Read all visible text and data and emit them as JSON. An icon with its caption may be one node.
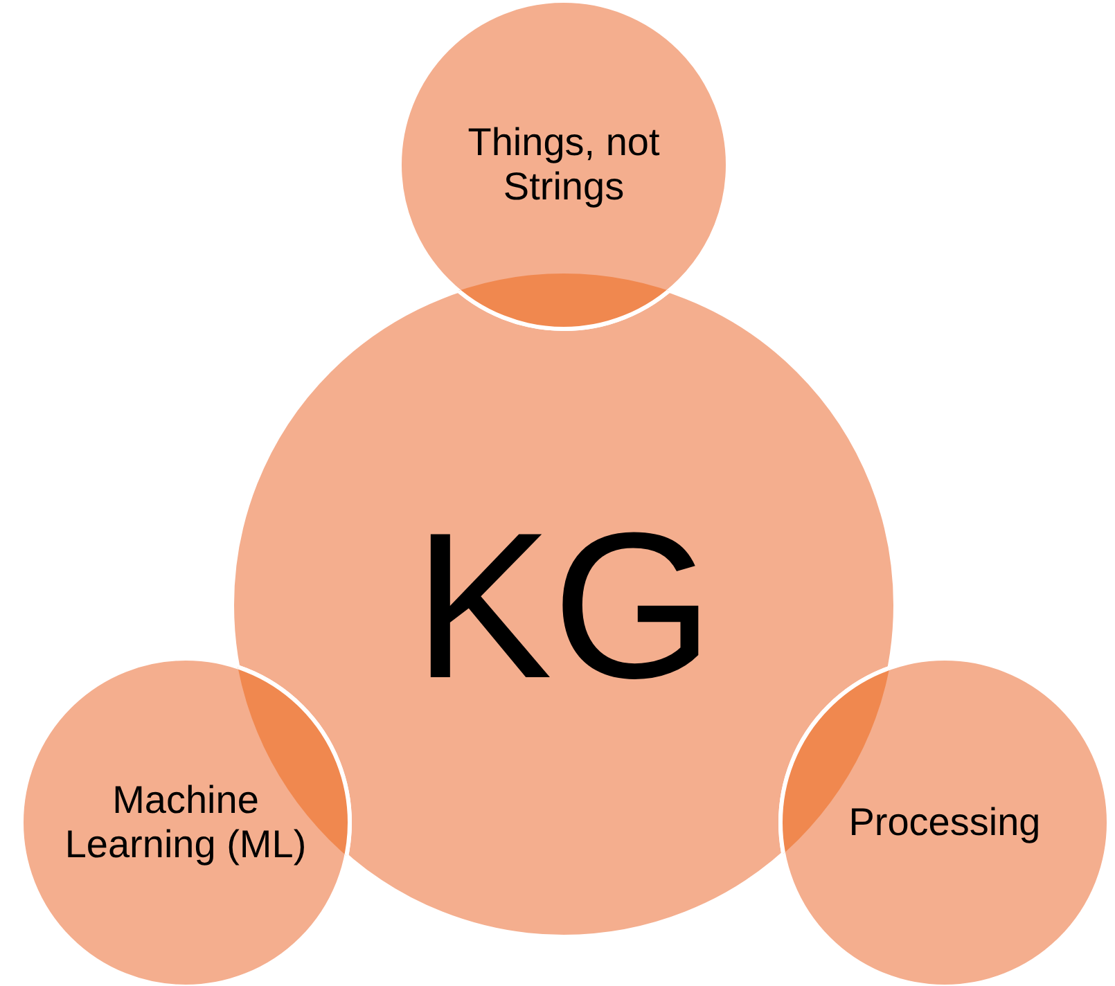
{
  "diagram": {
    "nodes": [
      {
        "text": [
          "KG"
        ]
      },
      {
        "text": [
          "Things, not Strings"
        ]
      },
      {
        "text": [
          "Machine Learning (ML)"
        ]
      },
      {
        "text": [
          "Processing"
        ]
      }
    ]
  }
}
